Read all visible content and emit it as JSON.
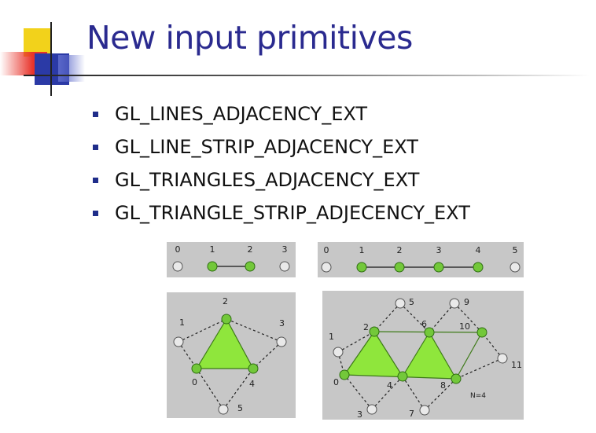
{
  "slide": {
    "title": "New input primitives",
    "bullets": [
      "GL_LINES_ADJACENCY_EXT",
      "GL_LINE_STRIP_ADJACENCY_EXT",
      "GL_TRIANGLES_ADJACENCY_EXT",
      "GL_TRIANGLE_STRIP_ADJECENCY_EXT"
    ]
  },
  "colors": {
    "title": "#2a2a8f",
    "bullet": "#1f2d8a",
    "vertex_fill": "#73c83a",
    "triangle_fill": "#8fe63c",
    "panel_bg": "#c7c7c7"
  },
  "figures": {
    "lines_adjacency": {
      "labels": [
        "0",
        "1",
        "2",
        "3"
      ]
    },
    "line_strip_adjacency": {
      "labels": [
        "0",
        "1",
        "2",
        "3",
        "4",
        "5"
      ]
    },
    "triangles_adjacency": {
      "labels": [
        "0",
        "1",
        "2",
        "3",
        "4",
        "5"
      ]
    },
    "triangle_strip_adjacency": {
      "labels": [
        "0",
        "1",
        "2",
        "3",
        "4",
        "5",
        "6",
        "7",
        "8",
        "9",
        "10",
        "11"
      ],
      "note": "N=4"
    }
  }
}
